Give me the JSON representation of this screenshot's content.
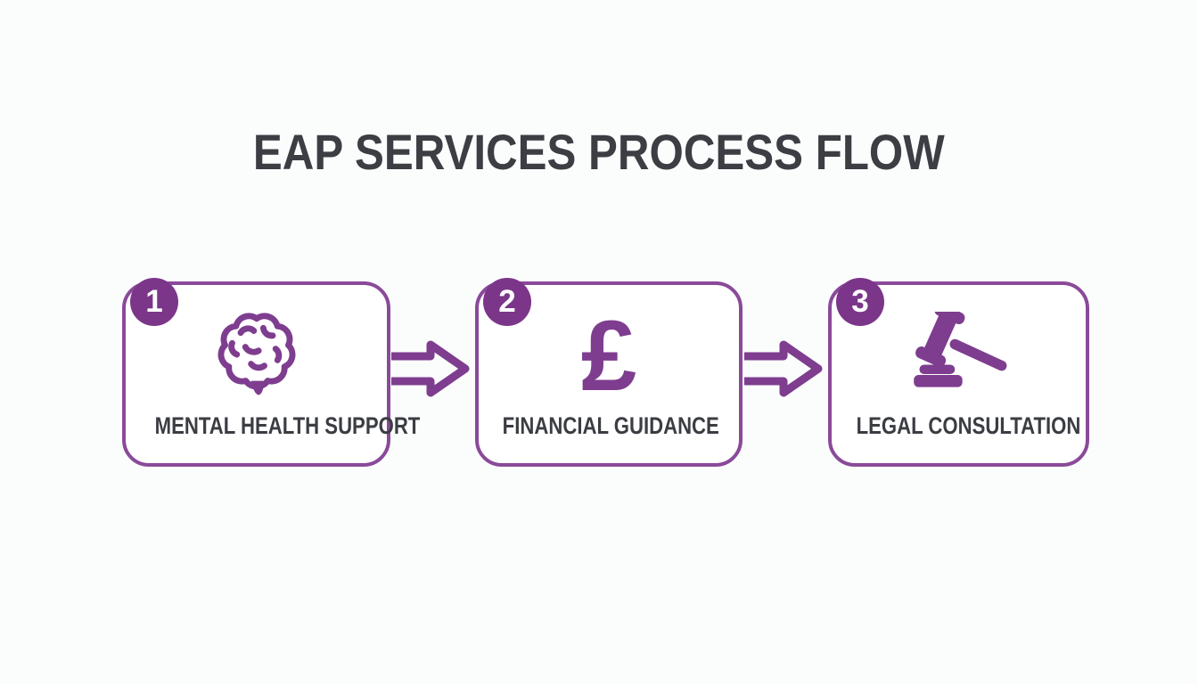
{
  "title": "EAP SERVICES PROCESS FLOW",
  "steps": [
    {
      "number": "1",
      "label": "MENTAL HEALTH SUPPORT",
      "icon": "brain-icon"
    },
    {
      "number": "2",
      "label": "FINANCIAL GUIDANCE",
      "icon": "pound-sterling-icon",
      "glyph": "£"
    },
    {
      "number": "3",
      "label": "LEGAL CONSULTATION",
      "icon": "gavel-icon"
    }
  ],
  "arrows": [
    {
      "from": "1",
      "to": "2",
      "direction": "right"
    },
    {
      "from": "2",
      "to": "3",
      "direction": "right"
    }
  ],
  "colors": {
    "purple": "#7e3d8f",
    "purple_border": "#8a4a99",
    "badge": "#7b3689",
    "title_text": "#3c3e44",
    "label_text": "#3b3d43",
    "background": "#fbfdfd",
    "box_background": "#ffffff"
  }
}
